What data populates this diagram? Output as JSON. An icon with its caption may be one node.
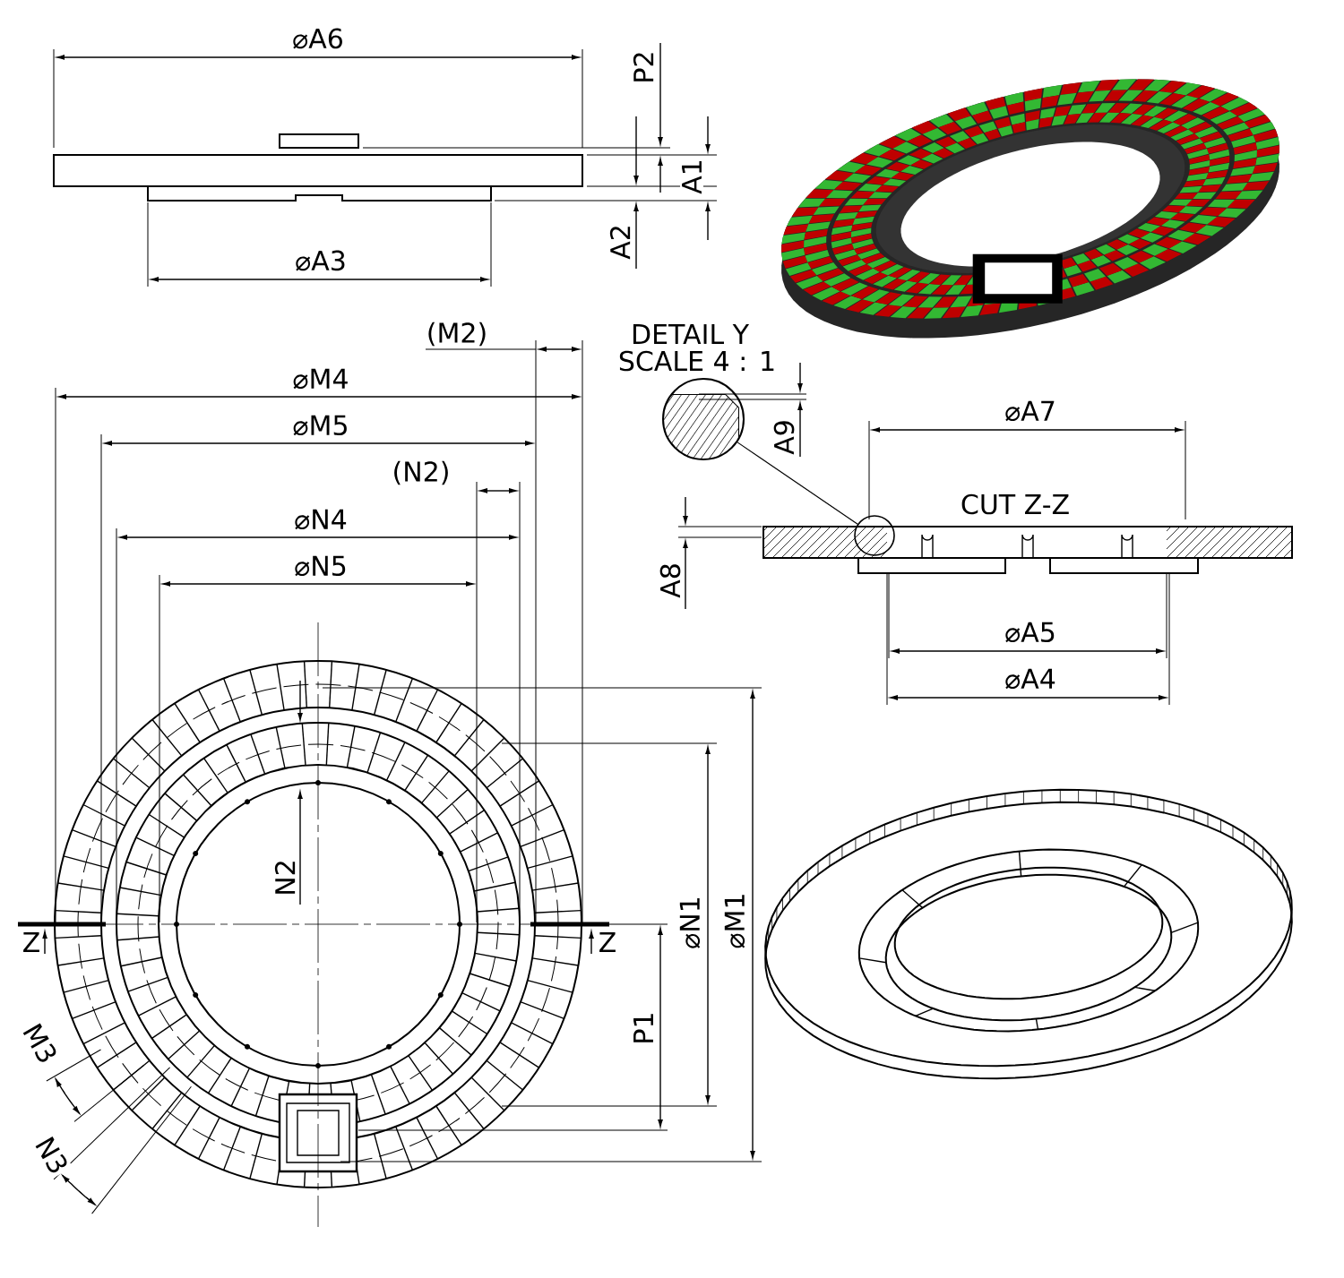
{
  "diagram": {
    "nodes": [
      {
        "text": [
          "DETAIL Y",
          "SCALE 4 : 1"
        ]
      },
      {
        "text": [],
        "shape": "circle"
      }
    ],
    "edges": [
      {
        "from": 0,
        "to": 1,
        "arrow": "none"
      }
    ],
    "labels": [
      "⌀A6",
      "P2",
      "A1",
      "A2",
      "⌀A3",
      "(M2)",
      "⌀M4",
      "⌀M5",
      "A9",
      "(N2)",
      "⌀A7",
      "CUT Z-Z",
      "⌀N4",
      "A8",
      "⌀N5",
      "⌀A5",
      "⌀A4",
      "N2",
      "Z",
      "Z",
      "⌀N1",
      "⌀M1",
      "P1",
      "M3",
      "N3"
    ]
  }
}
